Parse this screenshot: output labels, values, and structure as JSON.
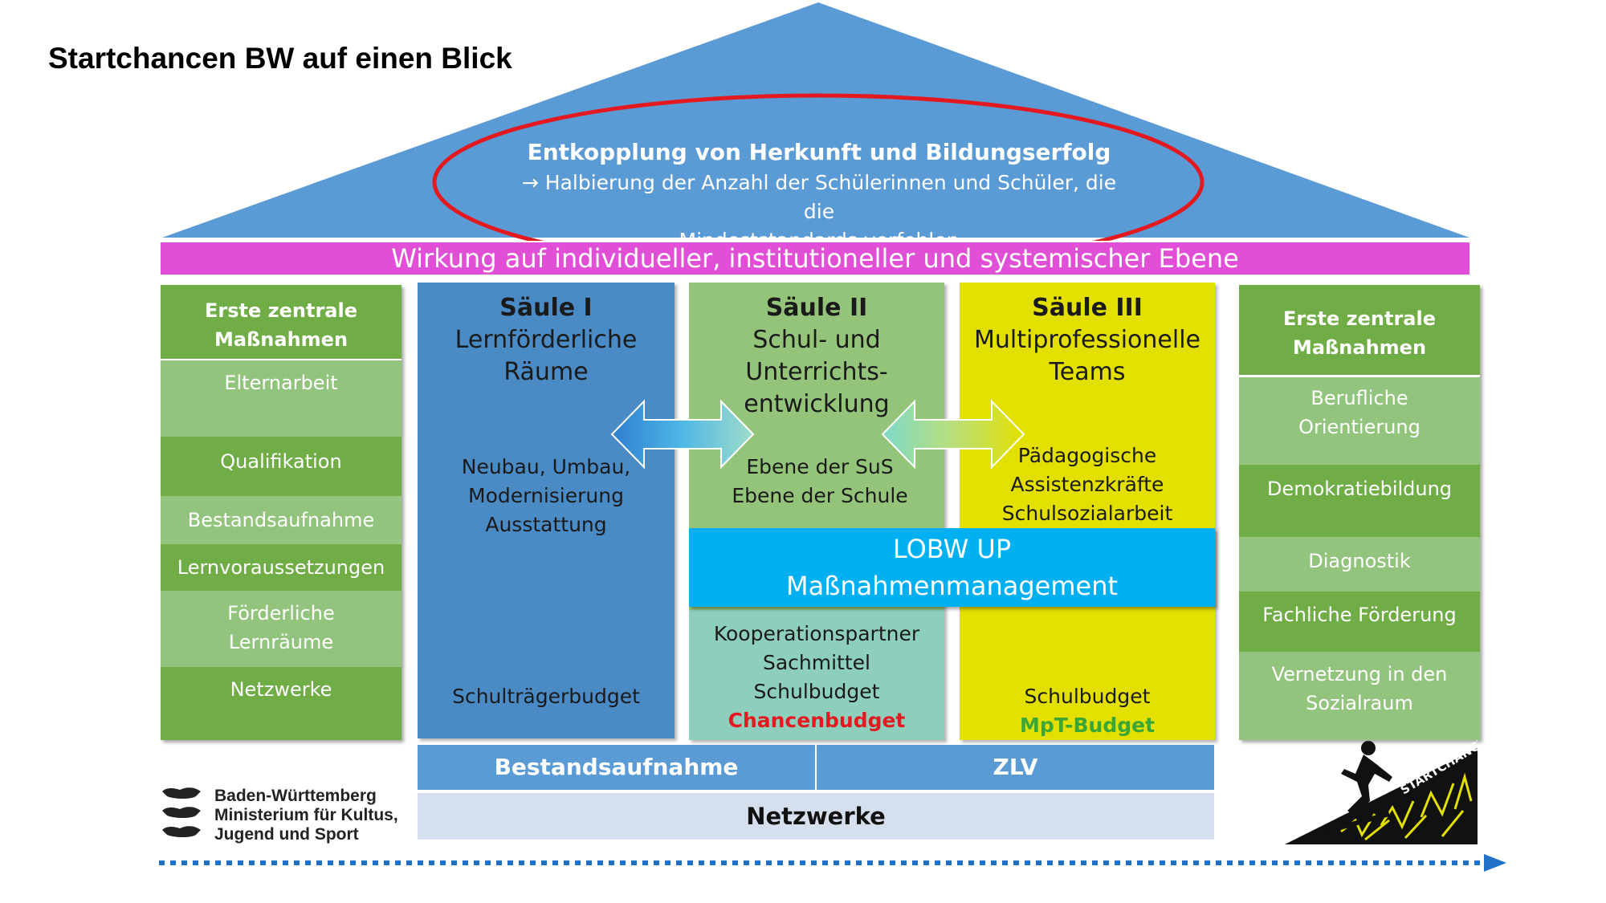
{
  "title": "Startchancen BW auf einen Blick",
  "roof": {
    "heading": "Entkopplung von Herkunft und Bildungserfolg",
    "sub_line1": "→ Halbierung der Anzahl der Schülerinnen und Schüler, die die",
    "sub_line2": "Mindeststandards verfehlen"
  },
  "band": "Wirkung auf individueller, institutioneller und systemischer Ebene",
  "left_column": {
    "header_line1": "Erste zentrale",
    "header_line2": "Maßnahmen",
    "items": [
      "Elternarbeit",
      "Qualifikation",
      "Bestandsaufnahme",
      "Lernvoraussetzungen",
      "Förderliche Lernräume",
      "Netzwerke"
    ]
  },
  "right_column": {
    "header_line1": "Erste zentrale",
    "header_line2": "Maßnahmen",
    "items": [
      "Berufliche Orientierung",
      "Demokratiebildung",
      "Diagnostik",
      "Fachliche Förderung",
      "Vernetzung in den Sozialraum"
    ]
  },
  "pillar1": {
    "title": "Säule I",
    "line1": "Lernförderliche",
    "line2": "Räume",
    "body1": "Neubau, Umbau,",
    "body2": "Modernisierung",
    "body3": "Ausstattung",
    "budget": "Schulträgerbudget"
  },
  "pillar2": {
    "title": "Säule II",
    "line1": "Schul- und",
    "line2": "Unterrichts-",
    "line3": "entwicklung",
    "body1": "Ebene der SuS",
    "body2": "Ebene der Schule",
    "budget1": "Kooperationspartner",
    "budget2": "Sachmittel",
    "budget3": "Schulbudget",
    "budget4": "Chancenbudget"
  },
  "pillar3": {
    "title": "Säule III",
    "line1": "Multiprofessionelle",
    "line2": "Teams",
    "body1": "Pädagogische",
    "body2": "Assistenzkräfte",
    "body3": "Schulsozialarbeit",
    "budget1": "Schulbudget",
    "budget2": "MpT-Budget"
  },
  "lobw": {
    "line1": "LOBW UP",
    "line2": "Maßnahmenmanagement"
  },
  "base": {
    "left": "Bestandsaufnahme",
    "right": "ZLV",
    "bottom": "Netzwerke"
  },
  "logo": {
    "line1": "Baden-Württemberg",
    "line2": "Ministerium für Kultus,",
    "line3": "Jugend und Sport"
  },
  "badge_text": "STARTCHANCEN BW",
  "colors": {
    "roof": "#5b9bd5",
    "band": "#e14fd6",
    "green_dark": "#70ad47",
    "green_light": "#93c47d",
    "pillar1": "#4a8bc6",
    "pillar2": "#93c479",
    "pillar3": "#e3e000",
    "lobw": "#00b0f0",
    "chancen_red": "#e3191f",
    "mpt_green": "#3aa635",
    "ellipse": "#e3191f"
  }
}
